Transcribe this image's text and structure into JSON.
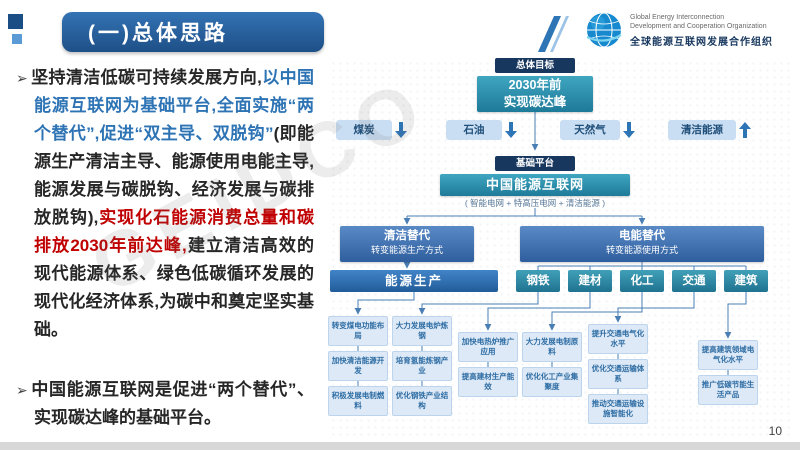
{
  "slide": {
    "page_number": "10",
    "watermark": "GEIDCO"
  },
  "header": {
    "title": "(一)总体思路"
  },
  "logo": {
    "en_line1": "Global Energy Interconnection",
    "en_line2": "Development and Cooperation Organization",
    "zh": "全球能源互联网发展合作组织"
  },
  "bullets": {
    "b1": {
      "marker": "➢",
      "seg1": "坚持清洁低碳可持续发展方向,",
      "seg2": "以中国能源互联网为基础平台,全面实施“两个替代”,促进“双主导、双脱钩”",
      "seg3": "(即能源生产清洁主导、能源使用电能主导,能源发展与碳脱钩、经济发展与碳排放脱钩),",
      "seg4": "实现化石能源消费总量和碳排放2030年前达峰,",
      "seg5": "建立清洁高效的现代能源体系、绿色低碳循环发展的现代化经济体系,为碳中和奠定坚实基础。"
    },
    "b2": {
      "marker": "➢",
      "text": "中国能源互联网是促进“两个替代”、实现碳达峰的基础平台。"
    }
  },
  "diagram": {
    "goal_label": "总体目标",
    "goal_line1": "2030年前",
    "goal_line2": "实现碳达峰",
    "energy": [
      {
        "label": "煤炭",
        "trend": "down"
      },
      {
        "label": "石油",
        "trend": "down"
      },
      {
        "label": "天然气",
        "trend": "down"
      },
      {
        "label": "清洁能源",
        "trend": "up"
      }
    ],
    "platform_label": "基础平台",
    "platform_name": "中国能源互联网",
    "platform_note": "( 智能电网 + 特高压电网 + 清洁能源 )",
    "branch_left_title": "清洁替代",
    "branch_left_sub": "转变能源生产方式",
    "branch_right_title": "电能替代",
    "branch_right_sub": "转变能源使用方式",
    "production_label": "能源生产",
    "sectors": [
      "钢铁",
      "建材",
      "化工",
      "交通",
      "建筑"
    ],
    "columns": [
      {
        "items": [
          "转变煤电功能布局",
          "加快清洁能源开发",
          "积极发展电制燃料"
        ]
      },
      {
        "items": [
          "大力发展电炉炼钢",
          "培育氢能炼钢产业",
          "优化钢铁产业结构"
        ]
      },
      {
        "items": [
          "加快电热炉推广应用",
          "提高建材生产能效"
        ]
      },
      {
        "items": [
          "大力发展电制原料",
          "优化化工产业集聚度"
        ]
      },
      {
        "items": [
          "提升交通电气化水平",
          "优化交通运输体系",
          "推动交通运输设施智能化"
        ]
      },
      {
        "items": [
          "提高建筑领域电气化水平",
          "推广低碳节能生活产品"
        ]
      }
    ]
  }
}
